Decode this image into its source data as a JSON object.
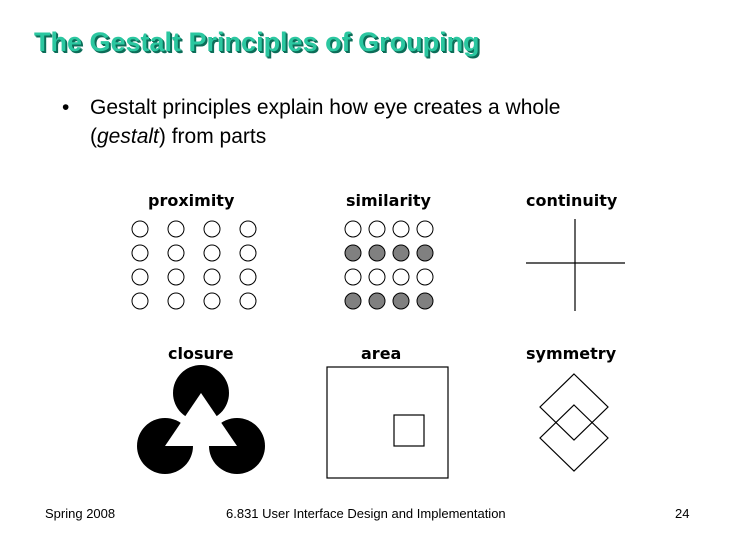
{
  "slide": {
    "title": "The Gestalt Principles of Grouping",
    "bullet": {
      "marker": "•",
      "before": "Gestalt principles explain how eye creates a whole",
      "italic": "gestalt",
      "after": ") from parts",
      "open_paren": "("
    },
    "figures": {
      "proximity": "proximity",
      "similarity": "similarity",
      "continuity": "continuity",
      "closure": "closure",
      "area": "area",
      "symmetry": "symmetry"
    },
    "footer": {
      "left": "Spring 2008",
      "center": "6.831 User Interface Design and Implementation",
      "page": "24"
    }
  },
  "colors": {
    "title": "#2bc7a0",
    "title_shadow": "#0c6d58",
    "filled_circle": "#808080"
  }
}
